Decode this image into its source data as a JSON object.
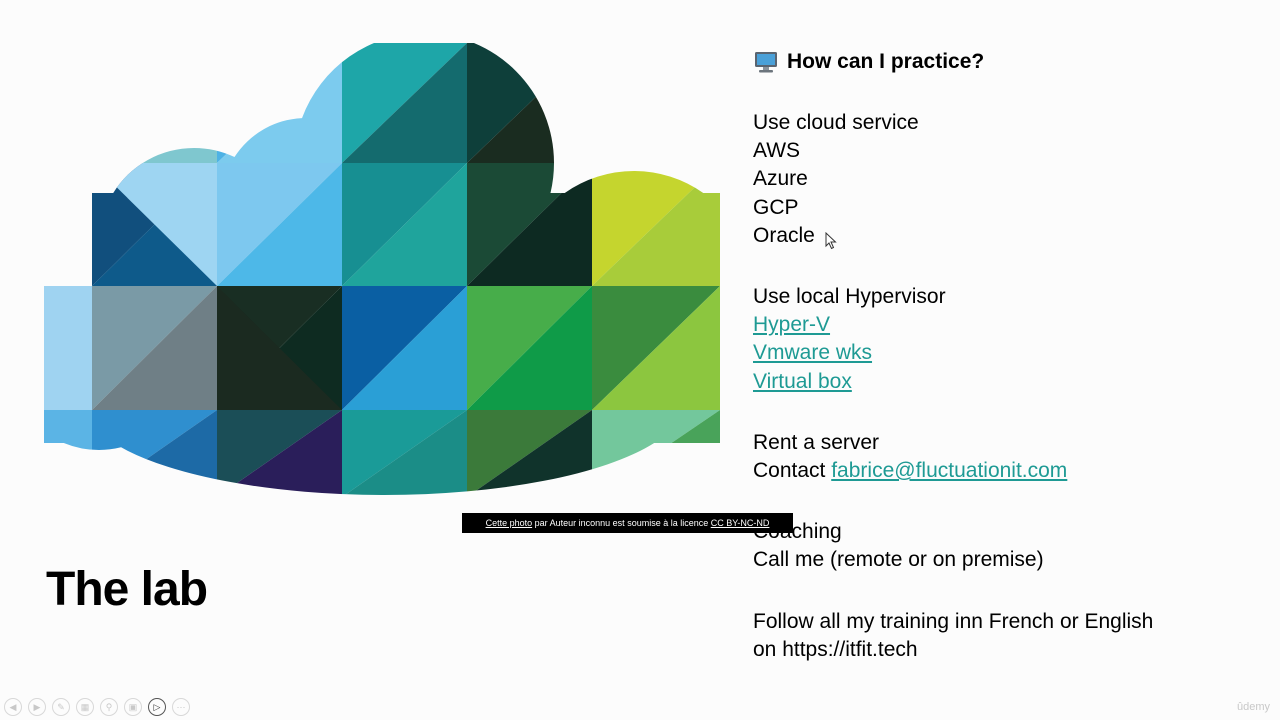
{
  "slide": {
    "title": "The lab",
    "image_caption": {
      "link_text": "Cette photo",
      "middle_text": " par Auteur inconnu est soumise à la licence ",
      "license_text": "CC BY-NC-ND"
    },
    "heading": {
      "icon": "desktop-computer-icon",
      "text": "How can I practice?"
    },
    "cloud_section": {
      "label": "Use cloud service",
      "items": [
        "AWS",
        "Azure",
        "GCP",
        "Oracle"
      ]
    },
    "hypervisor_section": {
      "label": "Use local Hypervisor",
      "links": [
        "Hyper-V",
        "Vmware wks",
        "Virtual box"
      ]
    },
    "server_section": {
      "label": "Rent a server",
      "contact_prefix": "Contact ",
      "contact_email": "fabrice@fluctuationit.com"
    },
    "coaching_section": {
      "label": "Coaching",
      "detail": "Call me (remote or on premise)"
    },
    "follow_section": {
      "line1": "Follow all my training inn French or English",
      "line2": "on https://itfit.tech"
    },
    "link_color": "#1e9a94"
  },
  "player_toolbar": {
    "buttons": [
      "previous-icon",
      "next-icon",
      "pen-icon",
      "slides-icon",
      "zoom-icon",
      "subtitles-icon",
      "camera-icon",
      "more-icon"
    ]
  },
  "watermark": "ûdemy"
}
